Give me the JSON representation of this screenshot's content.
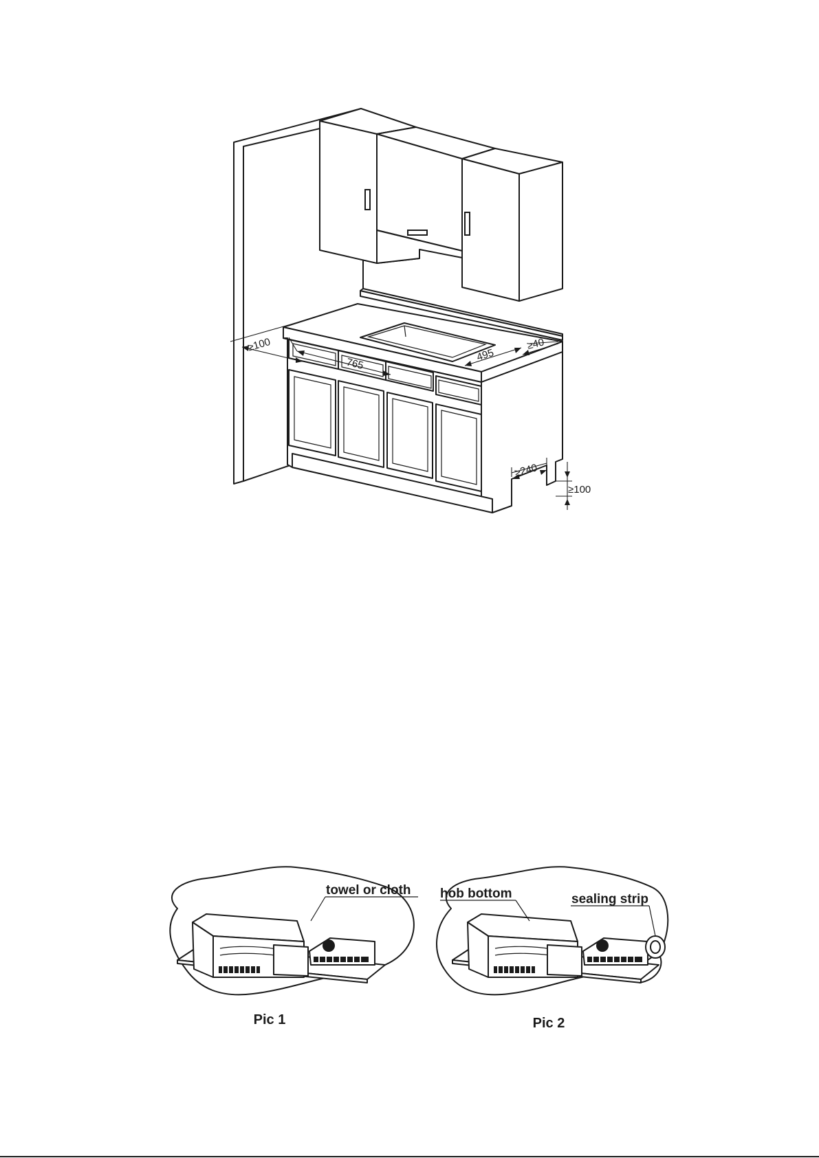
{
  "installation_diagram": {
    "dimensions": {
      "rear_wall_clearance": "≥100",
      "cutout_depth": "765",
      "cutout_width": "495",
      "side_clearance": "≥40",
      "vent_width": "≥240",
      "vent_height": "≥100"
    }
  },
  "sealing_pictures": {
    "pic1": {
      "caption": "Pic 1",
      "callout": "towel or cloth"
    },
    "pic2": {
      "caption": "Pic 2",
      "callout_bottom": "hob bottom",
      "callout_strip": "sealing strip"
    }
  }
}
